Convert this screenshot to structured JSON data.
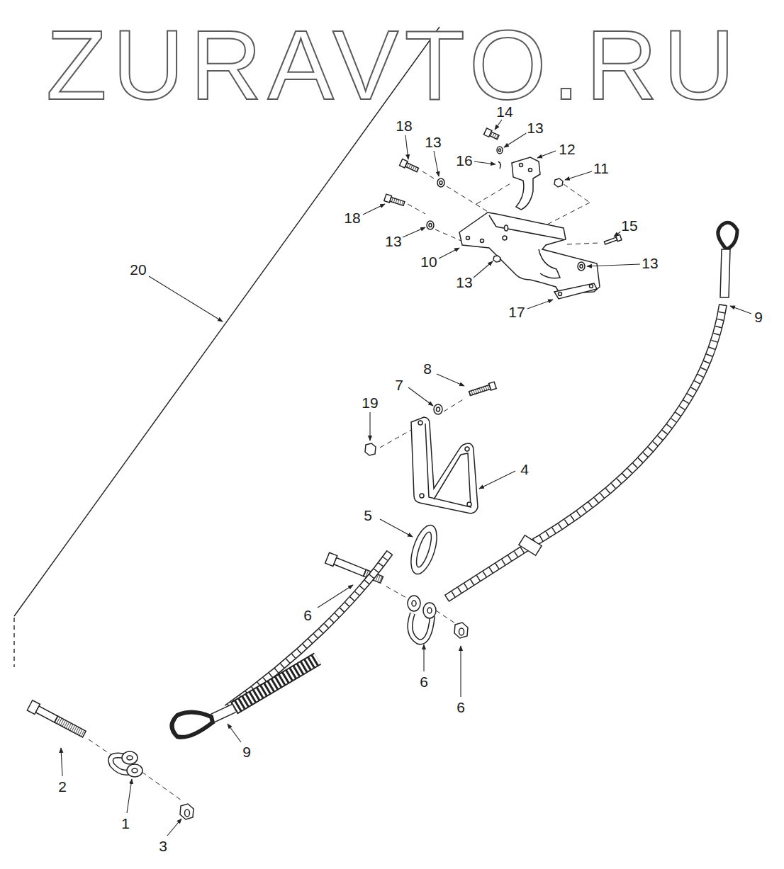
{
  "diagram": {
    "labels": [
      "ZURAVTO.RU",
      "14",
      "18",
      "13",
      "13",
      "12",
      "16",
      "11",
      "18",
      "13",
      "15",
      "10",
      "13",
      "13",
      "17",
      "20",
      "9",
      "8",
      "7",
      "19",
      "4",
      "5",
      "6",
      "6",
      "6",
      "9",
      "2",
      "1",
      "3"
    ]
  }
}
